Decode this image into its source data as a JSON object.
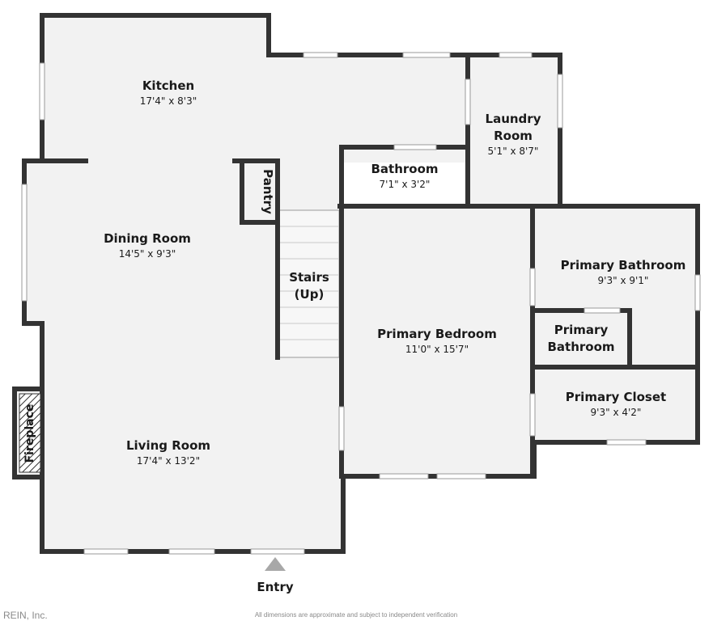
{
  "rooms": {
    "kitchen": {
      "name": "Kitchen",
      "dim": "17'4\" x 8'3\""
    },
    "laundry": {
      "name_line1": "Laundry",
      "name_line2": "Room",
      "dim": "5'1\" x 8'7\""
    },
    "bathroom": {
      "name": "Bathroom",
      "dim": "7'1\" x 3'2\""
    },
    "pantry": {
      "name": "Pantry"
    },
    "dining": {
      "name": "Dining Room",
      "dim": "14'5\" x 9'3\""
    },
    "stairs": {
      "name_line1": "Stairs",
      "name_line2": "(Up)"
    },
    "primary_bedroom": {
      "name": "Primary Bedroom",
      "dim": "11'0\" x 15'7\""
    },
    "primary_bathroom": {
      "name": "Primary Bathroom",
      "dim": "9'3\" x 9'1\""
    },
    "primary_bathroom_small": {
      "name_line1": "Primary",
      "name_line2": "Bathroom"
    },
    "primary_closet": {
      "name": "Primary Closet",
      "dim": "9'3\" x 4'2\""
    },
    "living": {
      "name": "Living Room",
      "dim": "17'4\" x 13'2\""
    },
    "fireplace": {
      "name": "Fireplace"
    }
  },
  "entry": {
    "label": "Entry"
  },
  "footer": {
    "brand": "REIN, Inc.",
    "disclaimer": "All dimensions are approximate and subject to independent verification"
  },
  "colors": {
    "wall": "#333333",
    "floor": "#f2f2f2",
    "window": "#ffffff",
    "entry_arrow": "#a8a8a8"
  }
}
